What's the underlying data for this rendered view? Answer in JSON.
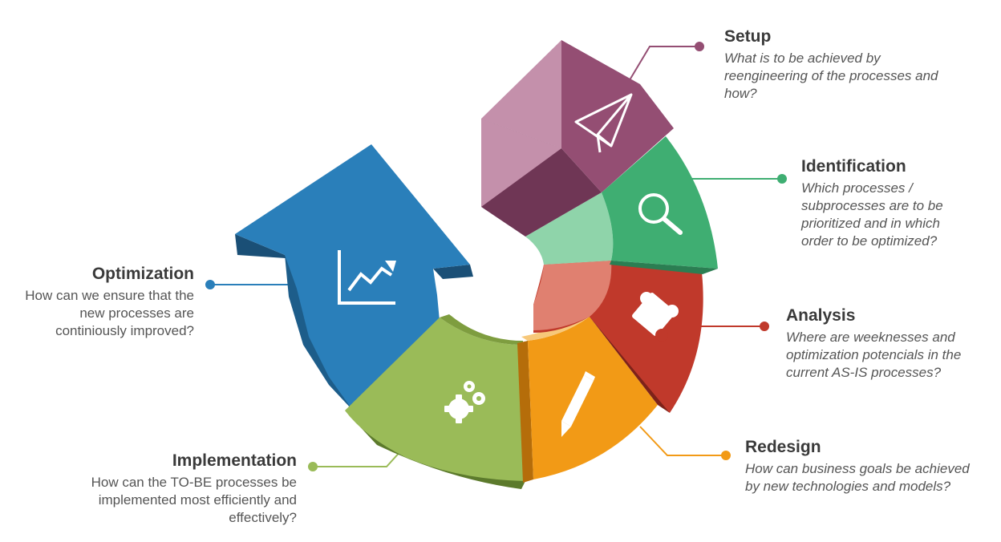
{
  "stages": {
    "setup": {
      "title": "Setup",
      "description": "What is to be achieved by reengineering of the processes and how?",
      "color": "#944e73",
      "icon": "paper-plane-icon"
    },
    "identification": {
      "title": "Identification",
      "description": "Which processes / subprocesses are to be prioritized and in which order to be optimized?",
      "color": "#3fae72",
      "icon": "magnifier-icon"
    },
    "analysis": {
      "title": "Analysis",
      "description": "Where are weeknesses and optimization potencials in the current AS-IS processes?",
      "color": "#c0392b",
      "icon": "puzzle-piece-icon"
    },
    "redesign": {
      "title": "Redesign",
      "description": "How can business goals be achieved by new technologies and models?",
      "color": "#f29a16",
      "icon": "pencil-icon"
    },
    "implementation": {
      "title": "Implementation",
      "description": "How can the TO-BE processes be implemented most efficiently and effectively?",
      "color": "#9abb58",
      "icon": "gears-icon"
    },
    "optimization": {
      "title": "Optimization",
      "description": "How can we ensure that the new processes are continiously improved?",
      "color": "#2a7fba",
      "icon": "trend-chart-icon"
    }
  }
}
